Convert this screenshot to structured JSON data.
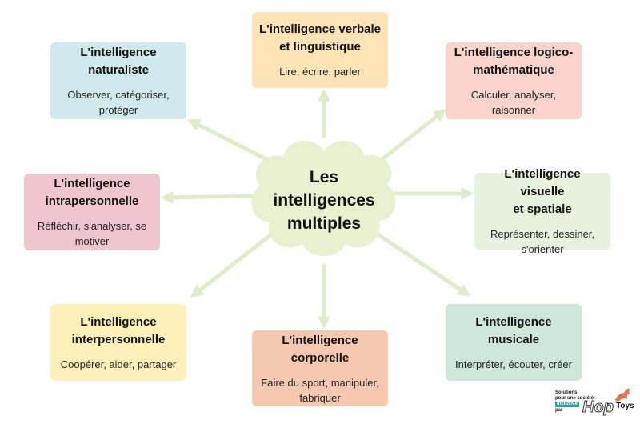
{
  "center": {
    "line1": "Les",
    "line2": "intelligences",
    "line3": "multiples"
  },
  "boxes": {
    "naturaliste": {
      "title_l1": "L'intelligence",
      "title_l2": "naturaliste",
      "desc_l1": "Observer, catégoriser,",
      "desc_l2": "protéger",
      "color": "#d0e9ec"
    },
    "verbale": {
      "title_l1": "L'intelligence verbale",
      "title_l2": "et linguistique",
      "desc_l1": "Lire, écrire, parler",
      "color": "#fde3b5"
    },
    "logico": {
      "title_l1": "L'intelligence logico-",
      "title_l2": "mathématique",
      "desc_l1": "Calculer, analyser,",
      "desc_l2": "raisonner",
      "color": "#f8d4cc"
    },
    "intrapersonnelle": {
      "title_l1": "L'intelligence",
      "title_l2": "intrapersonnelle",
      "desc_l1": "Réfléchir, s'analyser, se",
      "desc_l2": "motiver",
      "color": "#efc6cd"
    },
    "visuelle": {
      "title_l1": "L'intelligence visuelle",
      "title_l2": "et spatiale",
      "desc_l1": "Représenter, dessiner,",
      "desc_l2": "s'orienter",
      "color": "#e7f2de"
    },
    "interpersonnelle": {
      "title_l1": "L'intelligence",
      "title_l2": "interpersonnelle",
      "desc_l1": "Coopérer, aider, partager",
      "color": "#fdf0b8"
    },
    "corporelle": {
      "title_l1": "L'intelligence",
      "title_l2": "corporelle",
      "desc_l1": "Faire du sport, manipuler,",
      "desc_l2": "fabriquer",
      "color": "#f6c8af"
    },
    "musicale": {
      "title_l1": "L'intelligence",
      "title_l2": "musicale",
      "desc_l1": "Interpréter, écouter, créer",
      "color": "#cfe6da"
    }
  },
  "colors": {
    "arrow": "#e1ebc9",
    "blob": "#e8f0cf"
  },
  "logo": {
    "line1": "Solutions",
    "line2": "pour une société",
    "line3": "inclusive",
    "line4": "par",
    "brand1": "Hop",
    "brand2": "Toys"
  }
}
